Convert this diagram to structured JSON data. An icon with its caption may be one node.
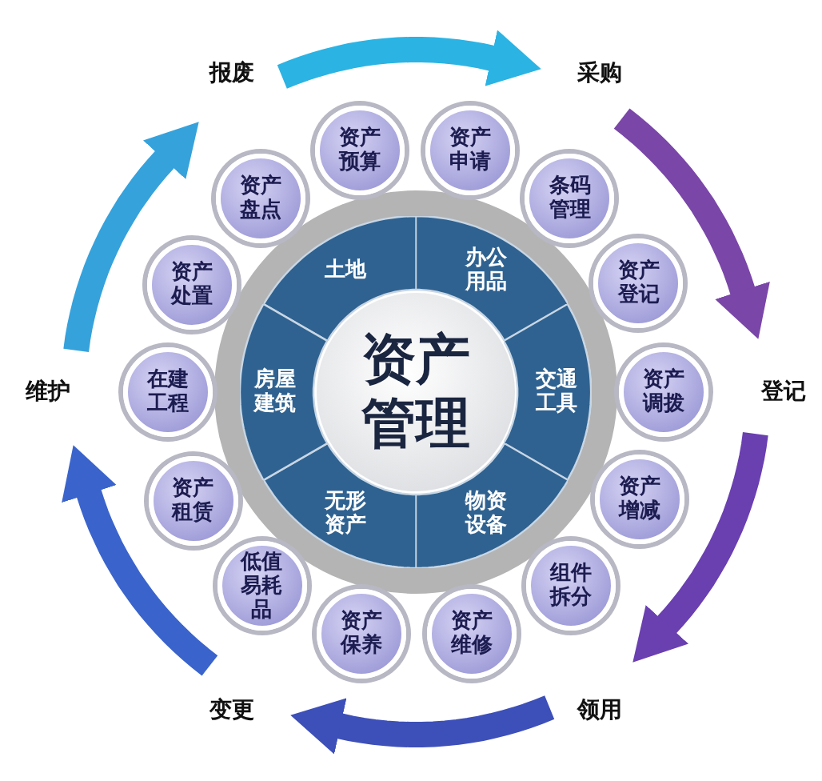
{
  "diagram": {
    "nodes": [
      {
        "text": [
          "报废"
        ]
      },
      {
        "text": [
          "采购"
        ]
      },
      {
        "text": [
          "登记"
        ]
      },
      {
        "text": [
          "领用"
        ]
      },
      {
        "text": [
          "变更"
        ]
      },
      {
        "text": [
          "维护"
        ]
      },
      {
        "text": [
          "资产预算"
        ]
      },
      {
        "text": [
          "资产申请"
        ]
      },
      {
        "text": [
          "条码管理"
        ]
      },
      {
        "text": [
          "资产登记"
        ]
      },
      {
        "text": [
          "资产调拨"
        ]
      },
      {
        "text": [
          "资产增减"
        ]
      },
      {
        "text": [
          "组件拆分"
        ]
      },
      {
        "text": [
          "资产维修"
        ]
      },
      {
        "text": [
          "资产保养"
        ]
      },
      {
        "text": [
          "低值易耗品"
        ]
      },
      {
        "text": [
          "资产租赁"
        ]
      },
      {
        "text": [
          "在建工程"
        ]
      },
      {
        "text": [
          "资产处置"
        ]
      },
      {
        "text": [
          "资产盘点"
        ]
      },
      {
        "text": [
          "土地"
        ]
      },
      {
        "text": [
          "办公用品"
        ]
      },
      {
        "text": [
          "交通工具"
        ]
      },
      {
        "text": [
          "物资设备"
        ]
      },
      {
        "text": [
          "无形资产"
        ]
      },
      {
        "text": [
          "房屋建筑"
        ]
      },
      {
        "text": [
          "资产管理"
        ]
      }
    ],
    "edges": [
      {
        "from": 0,
        "to": 1,
        "arrow": "to",
        "color": "#2bb3e3"
      },
      {
        "from": 1,
        "to": 2,
        "arrow": "to",
        "color": "#7a46a8"
      },
      {
        "from": 2,
        "to": 3,
        "arrow": "to",
        "color": "#6a3fb0"
      },
      {
        "from": 3,
        "to": 4,
        "arrow": "to",
        "color": "#3d4fb8"
      },
      {
        "from": 4,
        "to": 5,
        "arrow": "to",
        "color": "#3a64cc"
      },
      {
        "from": 5,
        "to": 0,
        "arrow": "to",
        "color": "#35a2dc"
      }
    ]
  }
}
